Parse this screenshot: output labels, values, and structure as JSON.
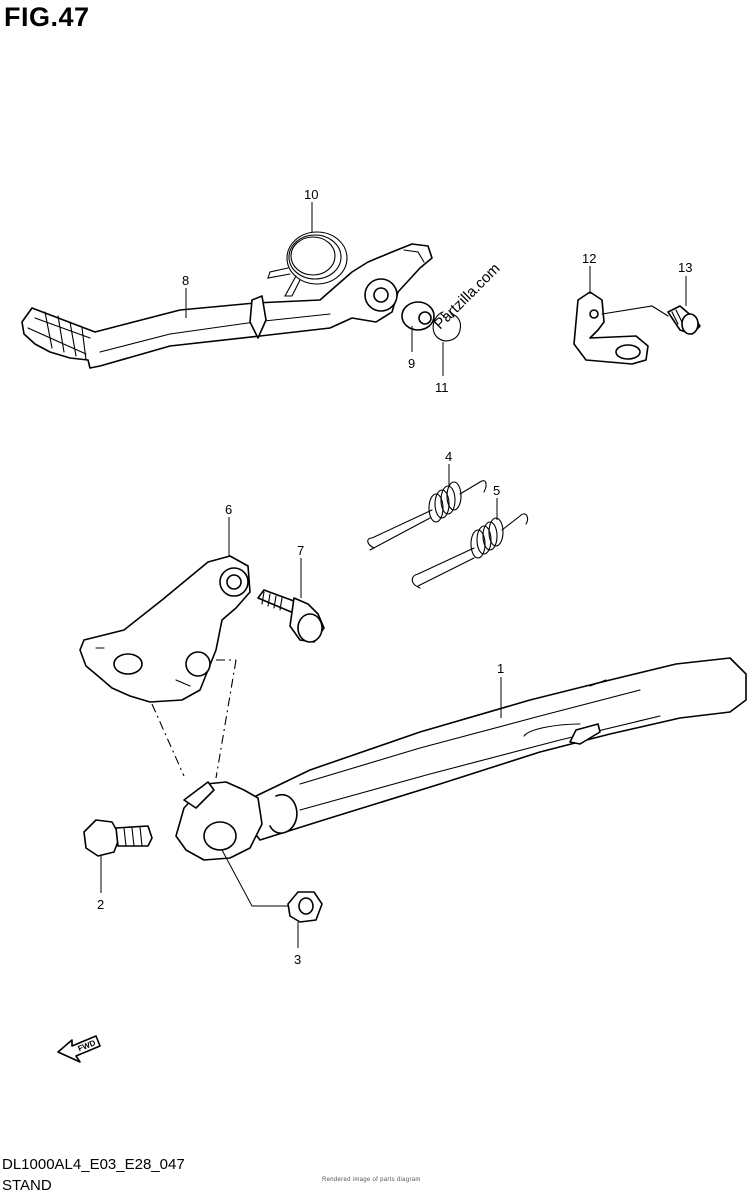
{
  "figure": {
    "title": "FIG.47",
    "code": "DL1000AL4_E03_E28_047",
    "subtitle": "STAND",
    "watermark": "Partzilla.com",
    "fine_print": "Rendered image of parts diagram"
  },
  "callouts": {
    "c1": "1",
    "c2": "2",
    "c3": "3",
    "c4": "4",
    "c5": "5",
    "c6": "6",
    "c7": "7",
    "c8": "8",
    "c9": "9",
    "c10": "10",
    "c11": "11",
    "c12": "12",
    "c13": "13"
  },
  "fwd_label": "FWD"
}
